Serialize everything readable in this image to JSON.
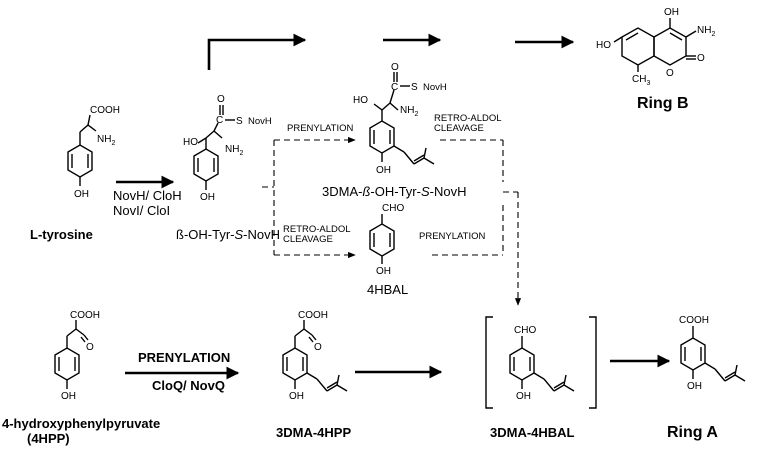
{
  "compounds": {
    "l_tyrosine": "L-tyrosine",
    "beta_oh_tyr": [
      "ß-OH-Tyr-",
      "S",
      "-NovH"
    ],
    "dma_beta_oh_tyr": [
      "3DMA-",
      "ß",
      "-OH-Tyr-",
      "S",
      "-NovH"
    ],
    "hbal": "4HBAL",
    "hpp": [
      "4-hydroxyphenylpyruvate",
      "(4HPP)"
    ],
    "dma_4hpp": "3DMA-4HPP",
    "dma_4hbal": "3DMA-4HBAL",
    "ring_a": "Ring A",
    "ring_b": "Ring B"
  },
  "enzymes": {
    "first_step": [
      "NovH/ CloH",
      "NovI/ CloI"
    ],
    "prenylation_enzymes": "CloQ/ NovQ"
  },
  "steps": {
    "prenylation": "PRENYLATION",
    "retro_aldol": [
      "RETRO-ALDOL",
      "CLEAVAGE"
    ]
  },
  "atoms": {
    "cooh": "COOH",
    "nh2": "NH2",
    "oh": "OH",
    "ho": "HO",
    "cho": "CHO",
    "o": "O",
    "s_novh": "S",
    "novh": "NovH",
    "c": "C",
    "ch3": "CH3",
    "coumarin_o": "O",
    "coumarin_keto": "O"
  }
}
